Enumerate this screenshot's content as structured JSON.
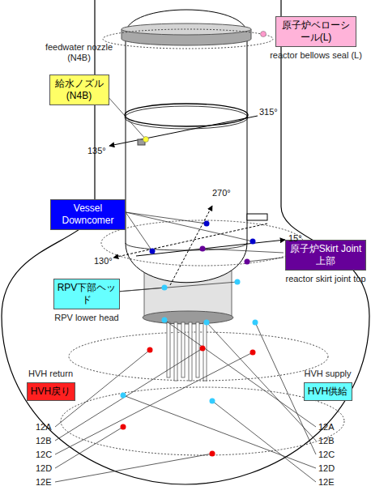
{
  "diagram": {
    "nodes": [
      {
        "text": [
          "原子炉ベローシール(L)",
          "reactor bellows seal (L)"
        ]
      },
      {
        "text": [
          "feedwater nozzle (N4B)",
          "給水ノズル(N4B)"
        ]
      },
      {
        "text": [
          "Vessel Downcomer"
        ]
      },
      {
        "text": [
          "原子炉Skirt Joint上部",
          "reactor skirt joint top"
        ]
      },
      {
        "text": [
          "RPV下部ヘッド",
          "RPV lower head"
        ]
      },
      {
        "text": [
          "HVH return",
          "HVH戻り"
        ]
      },
      {
        "text": [
          "HVH supply",
          "HVH供給"
        ]
      }
    ],
    "labels": [
      "315°",
      "135°",
      "270°",
      "15°",
      "130°",
      "12A",
      "12B",
      "12C",
      "12D",
      "12E",
      "12A",
      "12B",
      "12C",
      "12D",
      "12E"
    ]
  }
}
